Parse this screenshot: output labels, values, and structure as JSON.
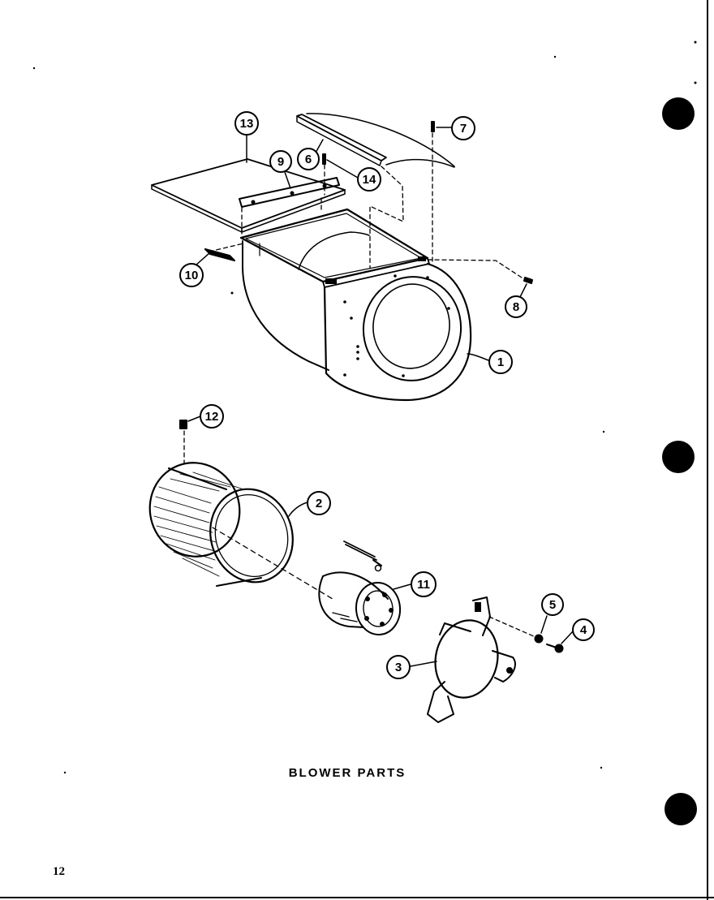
{
  "caption": "BLOWER PARTS",
  "page_number": "12",
  "callouts": [
    "1",
    "2",
    "3",
    "4",
    "5",
    "6",
    "7",
    "8",
    "9",
    "10",
    "11",
    "12",
    "13",
    "14"
  ],
  "parts": [
    "blower-housing",
    "blower-wheel",
    "motor-mount",
    "screw",
    "nut",
    "cutoff-plate",
    "screw",
    "screw",
    "mounting-strip",
    "mounting-strip",
    "motor",
    "set-screw",
    "top-panel",
    "screw"
  ]
}
